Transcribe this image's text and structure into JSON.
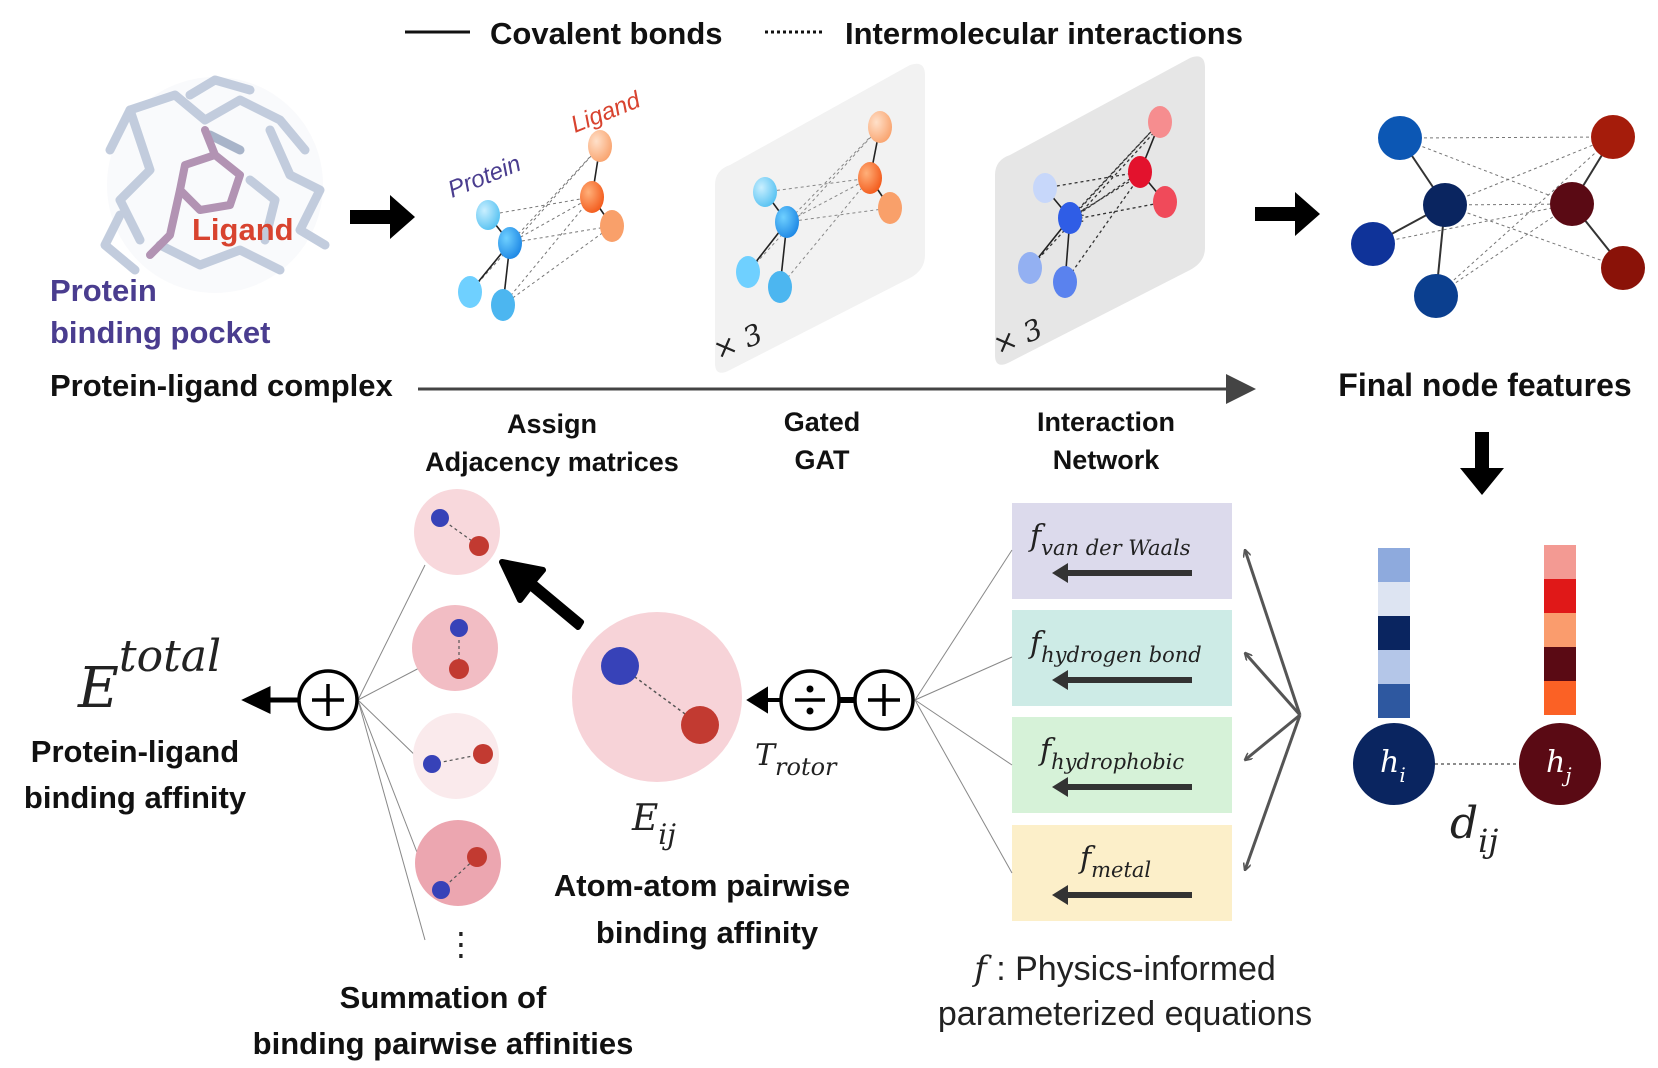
{
  "legend": {
    "covalent": "Covalent bonds",
    "intermolecular": "Intermolecular interactions"
  },
  "complex": {
    "ligand_label": "Ligand",
    "pocket_line1": "Protein",
    "pocket_line2": "binding pocket",
    "caption": "Protein-ligand complex"
  },
  "graph1": {
    "protein_label": "Protein",
    "ligand_label": "Ligand"
  },
  "repeat_gat": "× 3",
  "repeat_in": "× 3",
  "steps": {
    "assign_line1": "Assign",
    "assign_line2": "Adjacency matrices",
    "gat_line1": "Gated",
    "gat_line2": "GAT",
    "in_line1": "Interaction",
    "in_line2": "Network"
  },
  "final_features": "Final node features",
  "equations": [
    {
      "name": "f",
      "sub": "van der Waals",
      "color": "#dcdaec"
    },
    {
      "name": "f",
      "sub": "hydrogen bond",
      "color": "#cdebe6"
    },
    {
      "name": "f",
      "sub": "hydrophobic",
      "color": "#d6f2d8"
    },
    {
      "name": "f",
      "sub": "metal",
      "color": "#fcefc9"
    }
  ],
  "eq_caption_symbol": "f",
  "eq_caption_line1": " : Physics-informed",
  "eq_caption_line2": "parameterized equations",
  "trotor": {
    "base": "T",
    "sub": "rotor"
  },
  "eij": {
    "base": "E",
    "sub": "ij"
  },
  "pairwise_line1": "Atom-atom pairwise",
  "pairwise_line2": "binding affinity",
  "summation_line1": "Summation of",
  "summation_line2": "binding pairwise affinities",
  "etotal": {
    "base": "E",
    "sup": "total"
  },
  "affinity_line1": "Protein-ligand",
  "affinity_line2": "binding affinity",
  "hi": {
    "base": "h",
    "sub": "i"
  },
  "hj": {
    "base": "h",
    "sub": "j"
  },
  "dij": {
    "base": "d",
    "sub": "ij"
  },
  "ellipsis": "⋮",
  "colors": {
    "protein_text": "#4a3d8f",
    "ligand_text": "#d8432f",
    "dark_navy": "#0a2560",
    "dark_maroon": "#5a0a14"
  },
  "hi_bar": [
    "#8eaadd",
    "#dde4f2",
    "#0a2560",
    "#b4c6e8",
    "#2e58a0"
  ],
  "hj_bar": [
    "#f39a93",
    "#e01818",
    "#fa9c6d",
    "#5a0a14",
    "#fb6125"
  ]
}
